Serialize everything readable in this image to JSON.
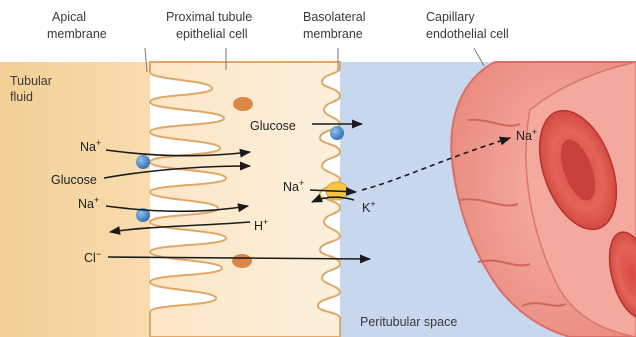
{
  "headers": {
    "apical_line1": "Apical",
    "apical_line2": "membrane",
    "proximal_line1": "Proximal tubule",
    "proximal_line2": "epithelial cell",
    "basolateral_line1": "Basolateral",
    "basolateral_line2": "membrane",
    "capillary_line1": "Capillary",
    "capillary_line2": "endothelial cell"
  },
  "regions": {
    "tubular_line1": "Tubular",
    "tubular_line2": "fluid",
    "peritubular": "Peritubular space"
  },
  "transport_labels": {
    "glucose_basolateral": "Glucose",
    "na_apical_top": "Na",
    "glucose_apical": "Glucose",
    "na_apical_bottom": "Na",
    "na_basolateral": "Na",
    "k_basolateral": "K",
    "h_apical": "H",
    "cl_apical": "Cl",
    "na_capillary": "Na"
  },
  "charges": {
    "plus": "+",
    "minus": "−"
  },
  "colors": {
    "tubular_fluid": "#f6d7a6",
    "cell_cytoplasm": "#fbecd2",
    "peritubular_space": "#c8d9ef",
    "capillary": "#ee9e93",
    "capillary_dark": "#e47a70",
    "transporter_blue": "#3f82c4",
    "channel_orange": "#d9884a",
    "pump_yellow": "#f4c542"
  }
}
